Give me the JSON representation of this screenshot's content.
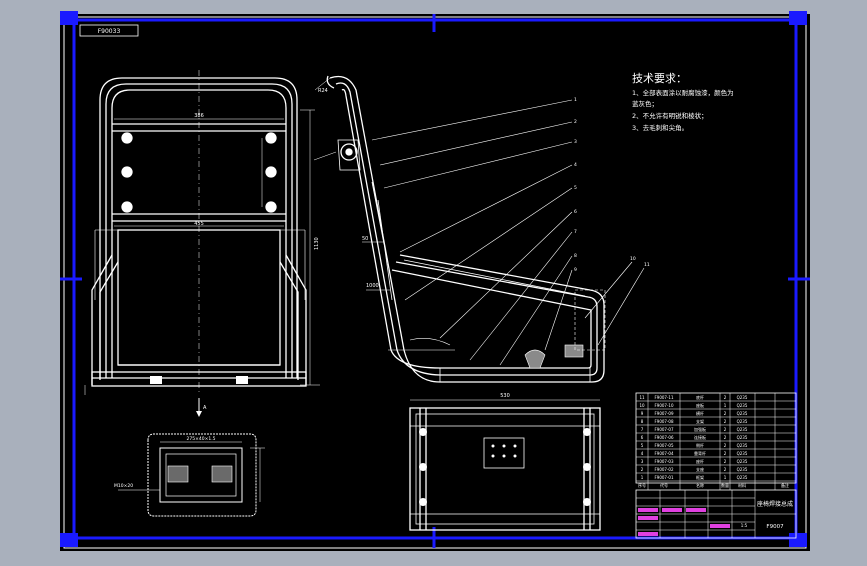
{
  "drawing": {
    "stamp": "F90033",
    "title_block": {
      "drawing_name": "座椅焊接总成",
      "drawing_number": "F9007",
      "sheet": "1:5"
    },
    "tech_requirements": {
      "title": "技术要求：",
      "lines": [
        "1、全部表面涂以耐腐蚀漆，颜色为",
        "蓝灰色；",
        "2、不允许有明锐和棱状；",
        "3、去毛刺和尖角。"
      ]
    },
    "dimensions": {
      "front_upper_width": "386",
      "front_mid_width": "455",
      "front_height": "1130",
      "side_height": "1000",
      "side_offset": "50",
      "side_radius": "R24",
      "bottom_width": "530",
      "detail_label": "A",
      "detail_width": "275×40×1.5",
      "detail_plate": "M10×20"
    },
    "balloons": [
      "1",
      "2",
      "3",
      "4",
      "5",
      "6",
      "7",
      "8",
      "9",
      "10",
      "11"
    ],
    "parts_list": {
      "rows": [
        {
          "no": "11",
          "code": "F9007-11",
          "name": "底杆",
          "qty": "2",
          "material": "Q235"
        },
        {
          "no": "10",
          "code": "F9007-10",
          "name": "座板",
          "qty": "1",
          "material": "Q235"
        },
        {
          "no": "9",
          "code": "F9007-09",
          "name": "横杆",
          "qty": "2",
          "material": "Q235"
        },
        {
          "no": "8",
          "code": "F9007-08",
          "name": "支架",
          "qty": "2",
          "material": "Q235"
        },
        {
          "no": "7",
          "code": "F9007-07",
          "name": "加强板",
          "qty": "2",
          "material": "Q235"
        },
        {
          "no": "6",
          "code": "F9007-06",
          "name": "连接板",
          "qty": "2",
          "material": "Q235"
        },
        {
          "no": "5",
          "code": "F9007-05",
          "name": "侧杆",
          "qty": "2",
          "material": "Q235"
        },
        {
          "no": "4",
          "code": "F9007-04",
          "name": "靠背杆",
          "qty": "2",
          "material": "Q235"
        },
        {
          "no": "3",
          "code": "F9007-03",
          "name": "座杆",
          "qty": "2",
          "material": "Q235"
        },
        {
          "no": "2",
          "code": "F9007-02",
          "name": "支座",
          "qty": "2",
          "material": "Q235"
        },
        {
          "no": "1",
          "code": "F9007-01",
          "name": "框架",
          "qty": "1",
          "material": "Q235"
        }
      ],
      "header": {
        "no": "序号",
        "code": "代号",
        "name": "名称",
        "qty": "数量",
        "material": "材料",
        "note": "备注"
      }
    }
  }
}
